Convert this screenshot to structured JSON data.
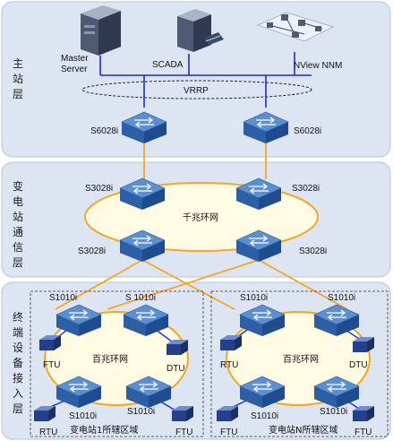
{
  "layers": {
    "master": "主站层",
    "substation": "变电站通信层",
    "terminal": "终端设备接入层"
  },
  "servers": {
    "master_server": [
      "Master",
      "Server"
    ],
    "scada": "SCADA",
    "nview": "NView NNM"
  },
  "vrrp": "VRRP",
  "switches": {
    "s6028_left": "S6028i",
    "s6028_right": "S6028i",
    "s3028_tl": "S3028i",
    "s3028_tr": "S3028i",
    "s3028_bl": "S3028i",
    "s3028_br": "S3028i",
    "s1010_a": "S1010i",
    "s1010_b": "S 1010i",
    "s1010_c": "S1010i",
    "s1010_d": "S1010i",
    "s1010_e": "S1010i",
    "s1010_f": "S1010i",
    "s1010_g": "S1010i",
    "s1010_h": "S1010i"
  },
  "rings": {
    "gigabit": "千兆环网",
    "fe_left": "百兆环网",
    "fe_right": "百兆环网"
  },
  "terminals": {
    "ftu_1": "FTU",
    "dtu_1": "DTU",
    "rtu_1": "RTU",
    "ftu_2": "FTU",
    "rtu_2": "RTU",
    "dtu_2": "DTU",
    "ftu_3": "FTU",
    "ftu_4": "FTU"
  },
  "areas": {
    "left": "变电站1所辖区域",
    "right": "变电站N所辖区域"
  },
  "colors": {
    "band": "#dde4f2",
    "band_border": "#b7c2dc",
    "blue_link": "#1d2bd8",
    "orange_link": "#f5a623",
    "ring_fill": "#fffbe3",
    "switch_body": "#3f72b0"
  }
}
